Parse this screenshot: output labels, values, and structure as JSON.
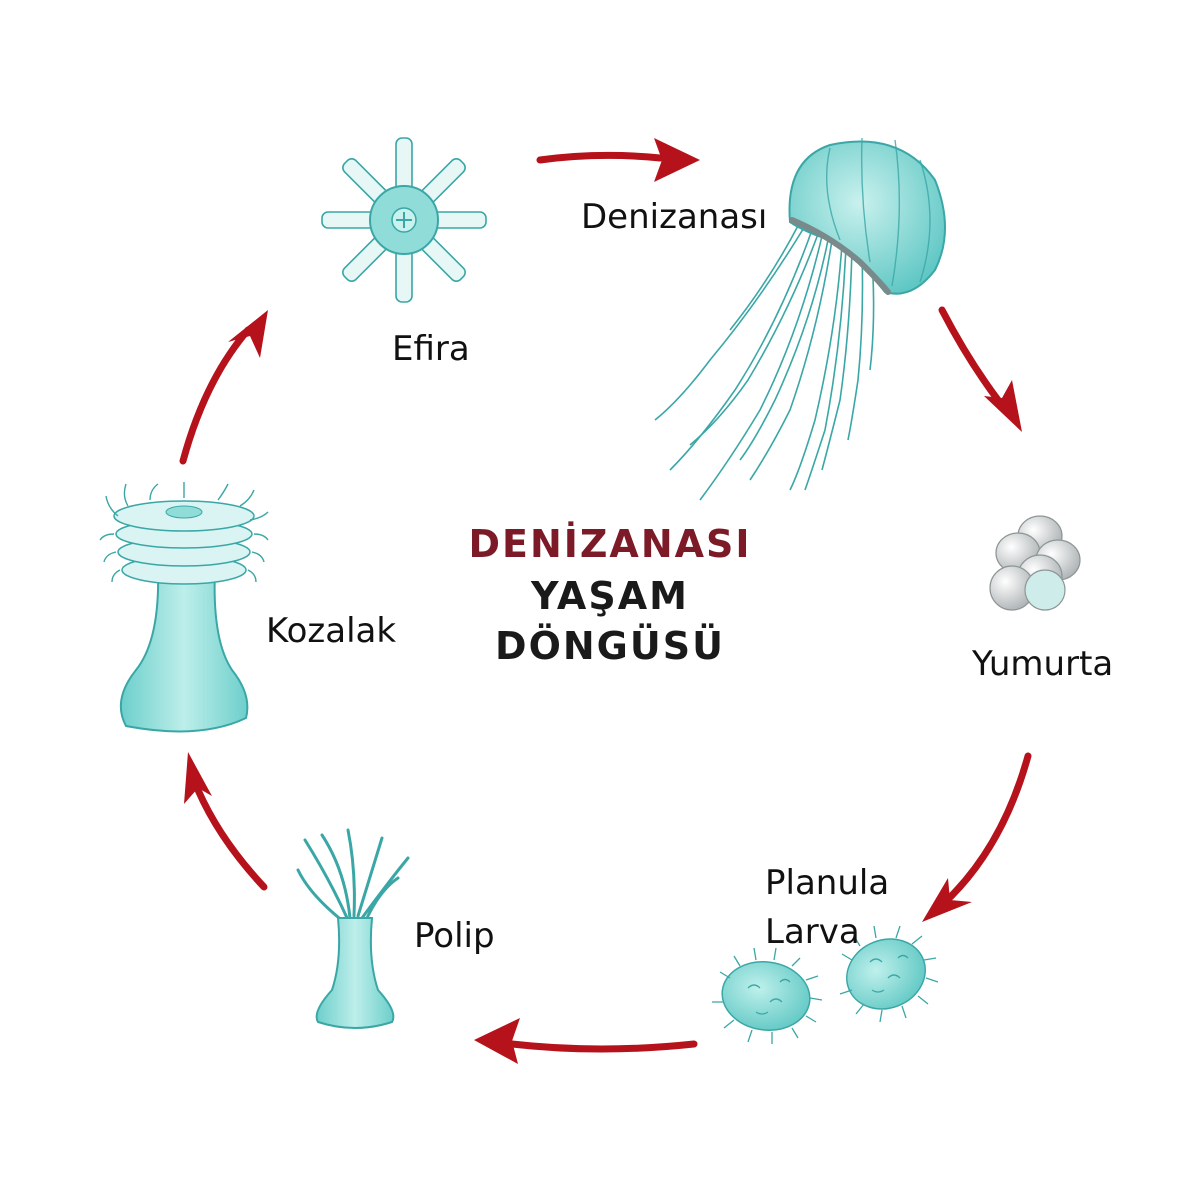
{
  "title": {
    "line1": "DENİZANASI",
    "line2": "YAŞAM",
    "line3": "DÖNGÜSÜ"
  },
  "stages": {
    "medusa": "Denizanası",
    "eggs": "Yumurta",
    "planula_line1": "Planula",
    "planula_line2": "Larva",
    "polyp": "Polip",
    "strobila": "Kozalak",
    "ephyra": "Efira"
  },
  "colors": {
    "arrow": "#b5121b",
    "organism_fill": "#8fdcd8",
    "organism_stroke": "#3aa7a6",
    "title_accent": "#7d1a28",
    "egg": "#d8dcdc"
  }
}
